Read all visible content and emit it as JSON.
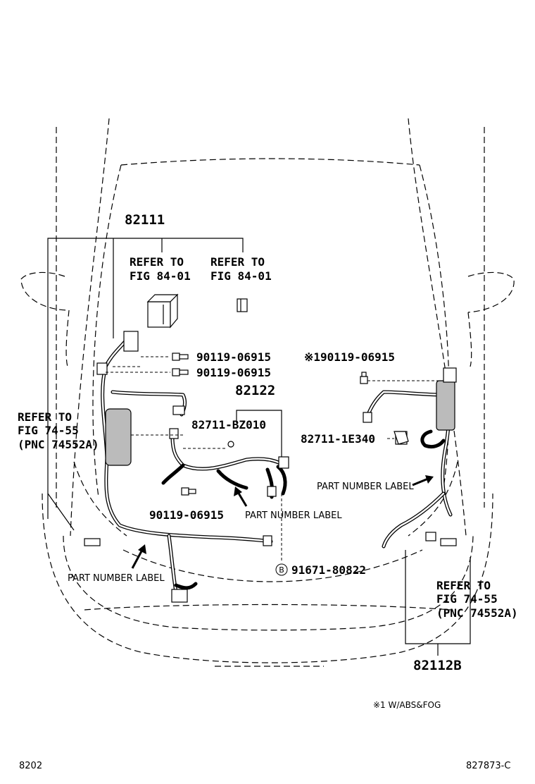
{
  "labels": {
    "pnc_82111": "82111",
    "refer_a_line1": "REFER TO",
    "refer_a_line2": "FIG 84-01",
    "refer_b_line1": "REFER TO",
    "refer_b_line2": "FIG 84-01",
    "bolt_1": "90119-06915",
    "bolt_2": "90119-06915",
    "bolt_3": "※190119-06915",
    "pnc_82122": "82122",
    "clip_bz010": "82711-BZ010",
    "clip_1e340": "82711-1E340",
    "refer_left_line1": "REFER TO",
    "refer_left_line2": "FIG 74-55",
    "refer_left_line3": "(PNC 74552A)",
    "part_label_right": "PART NUMBER LABEL",
    "bolt_4": "90119-06915",
    "part_label_center": "PART NUMBER LABEL",
    "part_label_left": "PART NUMBER LABEL",
    "b_marker": "B",
    "bolt_b": "91671-80822",
    "refer_right_line1": "REFER TO",
    "refer_right_line2": "FIG 74-55",
    "refer_right_line3": "(PNC 74552A)",
    "pnc_82112b": "82112B",
    "footnote": "※1 W/ABS&FOG",
    "page_code": "8202",
    "figure_code": "827873-C"
  }
}
